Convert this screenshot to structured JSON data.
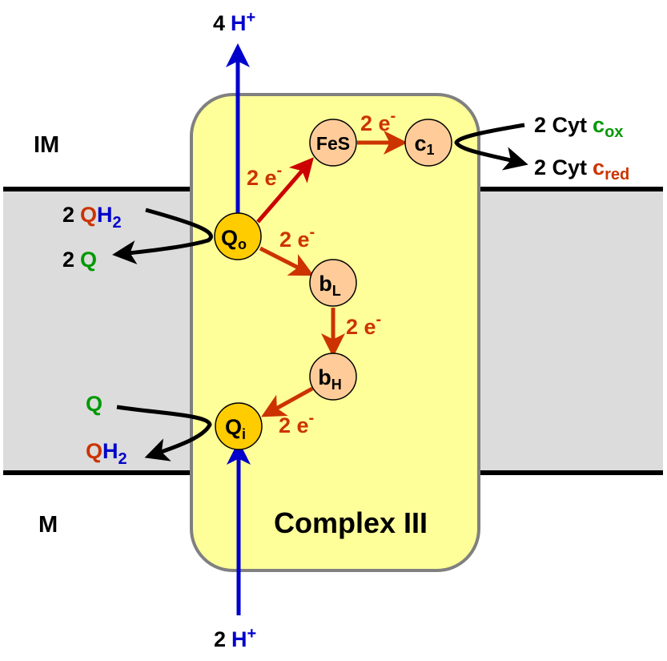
{
  "colors": {
    "membrane_fill": "#dcdcdc",
    "complex_fill": "#ffff99",
    "complex_stroke": "#808080",
    "site_fill": "#ffcc00",
    "cofactor_fill": "#ffcc99",
    "electron_arrow": "#cc3300",
    "proton_arrow": "#0000cc",
    "black": "#000000",
    "green": "#009900",
    "orange_red": "#cc3300",
    "blue": "#0000cc"
  },
  "regions": {
    "intermembrane": "IM",
    "matrix": "M"
  },
  "complex": {
    "title": "Complex III"
  },
  "protons": {
    "top": {
      "count": "4",
      "symbol": "H",
      "charge": "+"
    },
    "bottom": {
      "count": "2",
      "symbol": "H",
      "charge": "+"
    }
  },
  "sites": {
    "qo": {
      "main": "Q",
      "sub": "o"
    },
    "qi": {
      "main": "Q",
      "sub": "i"
    }
  },
  "cofactors": {
    "fes": {
      "main": "FeS",
      "sub": ""
    },
    "c1": {
      "main": "c",
      "sub": "1"
    },
    "bl": {
      "main": "b",
      "sub": "L"
    },
    "bh": {
      "main": "b",
      "sub": "H"
    }
  },
  "electron_labels": {
    "qo_to_fes": {
      "count": "2 e",
      "sup": "-"
    },
    "fes_to_c1": {
      "count": "2 e",
      "sup": "-"
    },
    "qo_to_bl": {
      "count": "2 e",
      "sup": "-"
    },
    "bl_to_bh": {
      "count": "2 e",
      "sup": "-"
    },
    "bh_to_qi": {
      "count": "2 e",
      "sup": "-"
    }
  },
  "substrates": {
    "qo_in": {
      "coef": "2",
      "q": "Q",
      "h": "H",
      "sub": "2"
    },
    "qo_out": {
      "coef": "2",
      "q": "Q"
    },
    "qi_in": {
      "q": "Q"
    },
    "qi_out": {
      "q": "Q",
      "h": "H",
      "sub": "2"
    },
    "cyt_ox": {
      "prefix": "2 Cyt",
      "c": "c",
      "sub": "ox"
    },
    "cyt_red": {
      "prefix": "2 Cyt",
      "c": "c",
      "sub": "red"
    }
  }
}
